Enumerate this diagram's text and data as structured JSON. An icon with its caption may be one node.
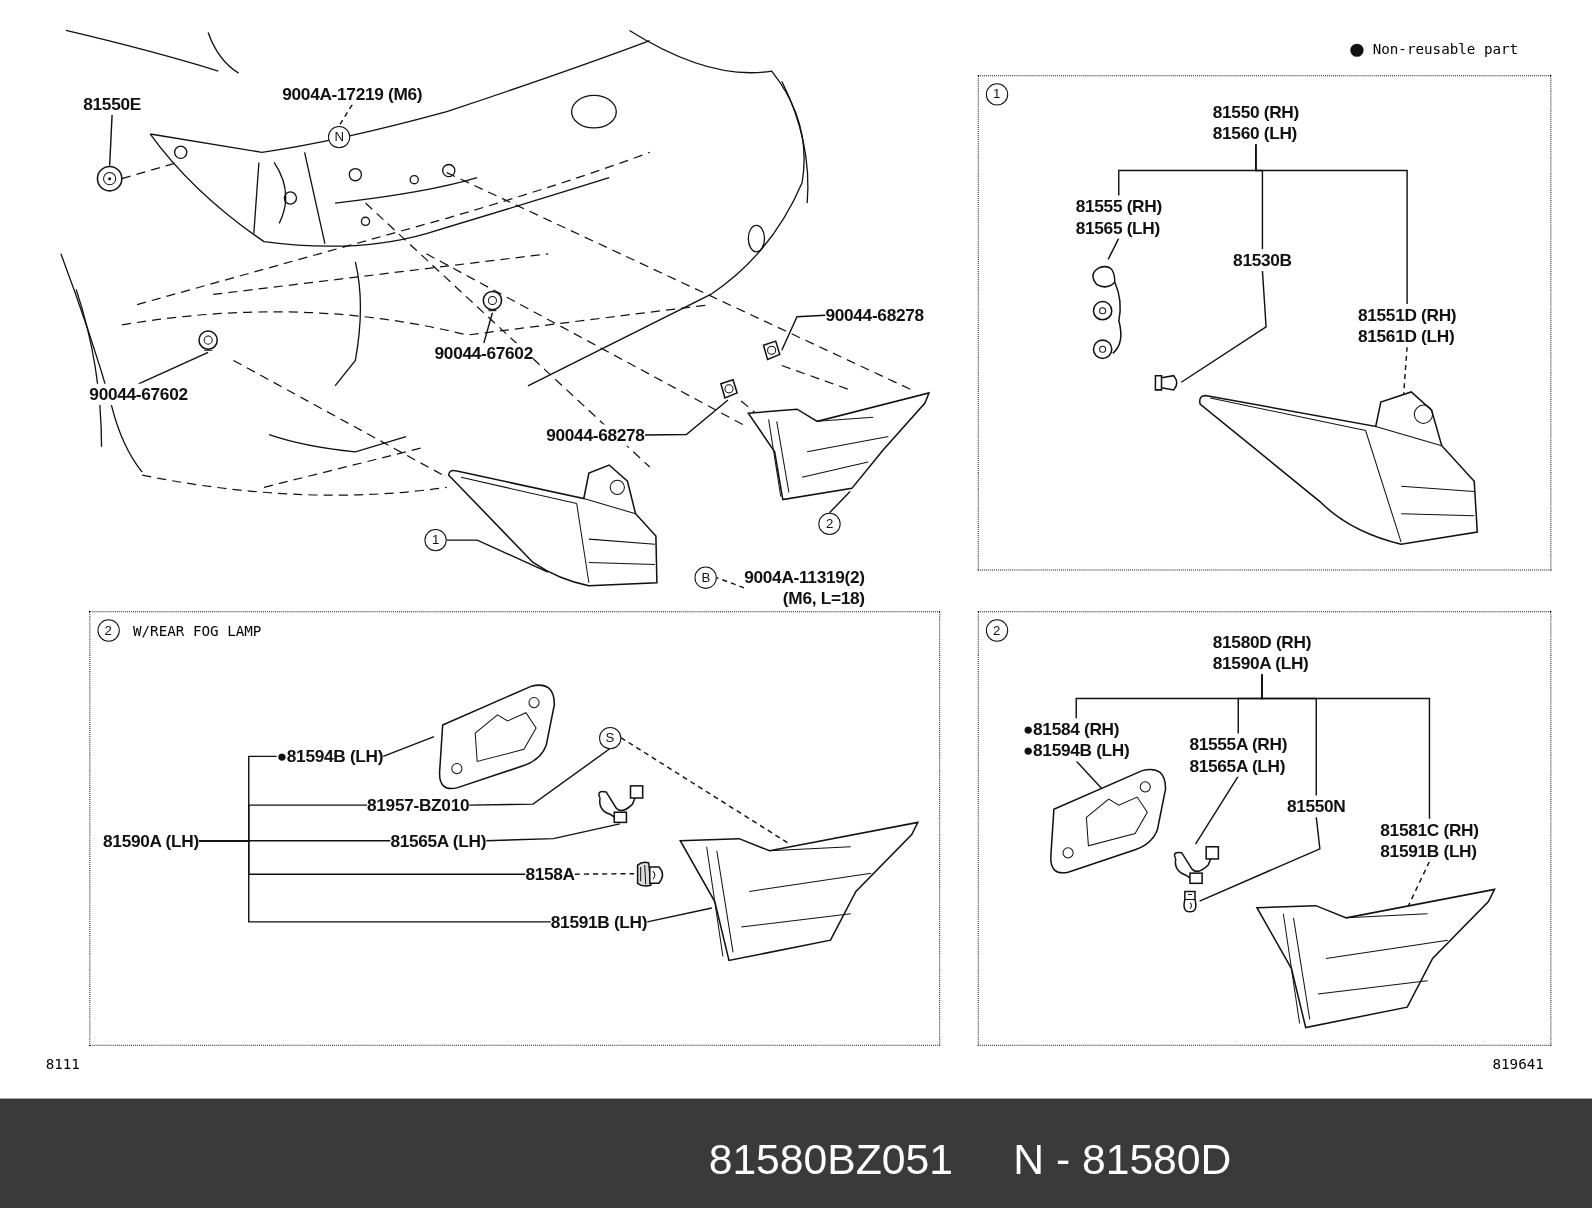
{
  "diagram": {
    "nodes": [
      {
        "text": [
          "81550E"
        ]
      },
      {
        "text": [],
        "shape": "picture"
      },
      {
        "text": [
          "9004A-17219 (M6)"
        ]
      },
      {
        "text": [
          "N"
        ]
      },
      {
        "text": [
          "90044-67602"
        ]
      },
      {
        "text": [],
        "shape": "picture"
      },
      {
        "text": [
          "90044-67602"
        ]
      },
      {
        "text": [],
        "shape": "picture"
      },
      {
        "text": [
          "90044-68278"
        ]
      },
      {
        "text": [],
        "shape": "picture"
      },
      {
        "text": [
          "90044-68278"
        ]
      },
      {
        "text": [],
        "shape": "picture"
      },
      {
        "text": [
          "1"
        ]
      },
      {
        "text": [],
        "shape": "picture"
      },
      {
        "text": [
          "2"
        ]
      },
      {
        "text": [],
        "shape": "picture"
      },
      {
        "text": [
          "9004A-11319(2)",
          "(M6, L=18)"
        ]
      },
      {
        "text": [
          "B"
        ]
      },
      {
        "text": [
          "W/REAR FOG LAMP"
        ]
      },
      {
        "text": [
          "81590A (LH)"
        ],
        "in": 18
      },
      {
        "text": [
          "●81594B (LH)"
        ],
        "in": 18
      },
      {
        "text": [],
        "shape": "picture",
        "in": 18
      },
      {
        "text": [
          "81957-BZ010"
        ],
        "in": 18
      },
      {
        "text": [
          "S"
        ],
        "in": 18
      },
      {
        "text": [
          "81565A (LH)"
        ],
        "in": 18
      },
      {
        "text": [],
        "shape": "picture",
        "in": 18
      },
      {
        "text": [
          "8158A"
        ],
        "in": 18
      },
      {
        "text": [],
        "shape": "picture",
        "in": 18
      },
      {
        "text": [
          "81591B (LH)"
        ],
        "in": 18
      },
      {
        "text": [],
        "shape": "picture",
        "in": 18
      },
      {
        "text": [],
        "shape": "box"
      },
      {
        "text": [
          "81550 (RH)",
          "81560 (LH)"
        ],
        "in": 30
      },
      {
        "text": [
          "81555 (RH)",
          "81565 (LH)"
        ],
        "in": 30
      },
      {
        "text": [],
        "shape": "picture",
        "in": 30
      },
      {
        "text": [
          "81530B"
        ],
        "in": 30
      },
      {
        "text": [],
        "shape": "picture",
        "in": 30
      },
      {
        "text": [
          "81551D (RH)",
          "81561D (LH)"
        ],
        "in": 30
      },
      {
        "text": [],
        "shape": "picture",
        "in": 30
      },
      {
        "text": [],
        "shape": "box"
      },
      {
        "text": [
          "81580D (RH)",
          "81590A (LH)"
        ],
        "in": 38
      },
      {
        "text": [
          "●81584 (RH)",
          "●81594B (LH)"
        ],
        "in": 38
      },
      {
        "text": [],
        "shape": "picture",
        "in": 38
      },
      {
        "text": [
          "81555A (RH)",
          "81565A (LH)"
        ],
        "in": 38
      },
      {
        "text": [],
        "shape": "picture",
        "in": 38
      },
      {
        "text": [
          "81550N"
        ],
        "in": 38
      },
      {
        "text": [],
        "shape": "picture",
        "in": 38
      },
      {
        "text": [
          "81581C (RH)",
          "81591B (LH)"
        ],
        "in": 38
      },
      {
        "text": [],
        "shape": "picture",
        "in": 38
      },
      {
        "text": [
          "2"
        ],
        "in": 18
      },
      {
        "text": [
          "1"
        ],
        "in": 30
      },
      {
        "text": [
          "2"
        ],
        "in": 38
      }
    ],
    "edges": [
      {
        "from": 0,
        "to": 1,
        "arrow": "none"
      },
      {
        "from": 2,
        "to": 3,
        "arrow": "none",
        "style": "dashed"
      },
      {
        "from": 4,
        "to": 5,
        "arrow": "none"
      },
      {
        "from": 6,
        "to": 7,
        "arrow": "none"
      },
      {
        "from": 8,
        "to": 9,
        "arrow": "none"
      },
      {
        "from": 10,
        "to": 11,
        "arrow": "none"
      },
      {
        "from": 12,
        "to": 13,
        "arrow": "none"
      },
      {
        "from": 14,
        "to": 15,
        "arrow": "none"
      },
      {
        "from": 16,
        "to": 17,
        "arrow": "none",
        "style": "dashed"
      },
      {
        "from": 19,
        "to": 20,
        "arrow": "none"
      },
      {
        "from": 19,
        "to": 22,
        "arrow": "none"
      },
      {
        "from": 19,
        "to": 24,
        "arrow": "none"
      },
      {
        "from": 19,
        "to": 26,
        "arrow": "none"
      },
      {
        "from": 19,
        "to": 28,
        "arrow": "none"
      },
      {
        "from": 20,
        "to": 21,
        "arrow": "none"
      },
      {
        "from": 22,
        "to": 23,
        "arrow": "none"
      },
      {
        "from": 24,
        "to": 25,
        "arrow": "none"
      },
      {
        "from": 26,
        "to": 27,
        "arrow": "none",
        "style": "dashed"
      },
      {
        "from": 28,
        "to": 29,
        "arrow": "none"
      },
      {
        "from": 23,
        "to": 29,
        "arrow": "none",
        "style": "dashed"
      },
      {
        "from": 31,
        "to": 32,
        "arrow": "none"
      },
      {
        "from": 31,
        "to": 34,
        "arrow": "none"
      },
      {
        "from": 31,
        "to": 36,
        "arrow": "none"
      },
      {
        "from": 32,
        "to": 33,
        "arrow": "none"
      },
      {
        "from": 34,
        "to": 35,
        "arrow": "none"
      },
      {
        "from": 36,
        "to": 37,
        "arrow": "none",
        "style": "dashed"
      },
      {
        "from": 39,
        "to": 40,
        "arrow": "none"
      },
      {
        "from": 39,
        "to": 42,
        "arrow": "none"
      },
      {
        "from": 39,
        "to": 44,
        "arrow": "none"
      },
      {
        "from": 39,
        "to": 46,
        "arrow": "none"
      },
      {
        "from": 40,
        "to": 41,
        "arrow": "none"
      },
      {
        "from": 42,
        "to": 43,
        "arrow": "none"
      },
      {
        "from": 44,
        "to": 45,
        "arrow": "none"
      },
      {
        "from": 46,
        "to": 47,
        "arrow": "none",
        "style": "dashed"
      }
    ],
    "labels": [
      "8111",
      "819641",
      "81580BZ051",
      "N - 81580D"
    ],
    "legend": [
      {
        "text": "Non-reusable part"
      }
    ]
  }
}
